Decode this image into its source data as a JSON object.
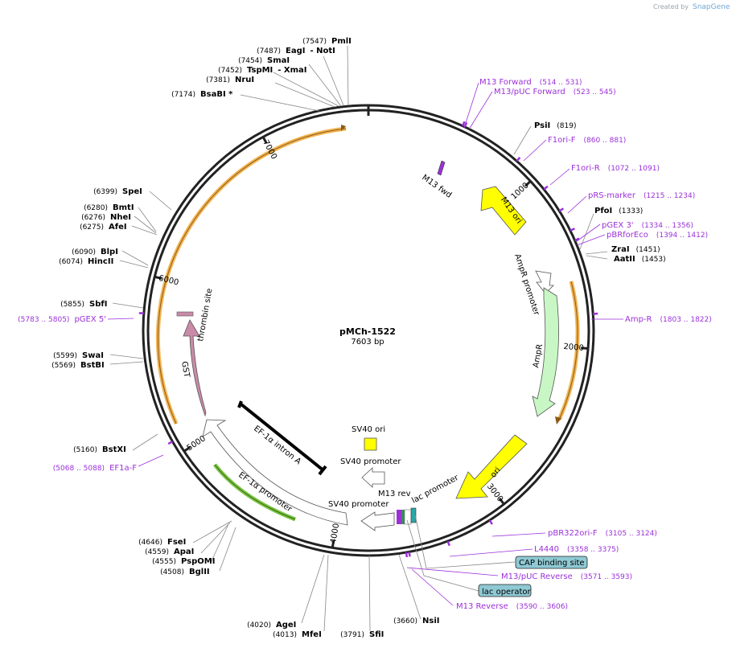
{
  "header": {
    "credit_text": "Created by",
    "brand": "SnapGene"
  },
  "plasmid": {
    "name": "pMCh-1522",
    "size_label": "7603 bp",
    "length": 7603
  },
  "colors": {
    "backbone": "#222222",
    "enzyme_text": "#000000",
    "primer": "#9b30d9",
    "ori_yellow": "#ffff00",
    "ampr_green": "#c8f7c5",
    "gst": "#c98ba8",
    "efpromoter_green": "#7dc242",
    "orange_arc": "#f3b552",
    "lac_box": "#8fc9d4"
  },
  "ticks": [
    {
      "pos": 1000,
      "label": "1000"
    },
    {
      "pos": 2000,
      "label": "2000"
    },
    {
      "pos": 3000,
      "label": "3000"
    },
    {
      "pos": 4000,
      "label": "4000"
    },
    {
      "pos": 5000,
      "label": "5000"
    },
    {
      "pos": 6000,
      "label": "6000"
    },
    {
      "pos": 7000,
      "label": "7000"
    }
  ],
  "enzymes": [
    {
      "name": "PmlI",
      "pos": 7547,
      "pos_label": "(7547)"
    },
    {
      "name": "EagI",
      "pos": 7487,
      "pos_label": "(7487)",
      "extra": "- NotI"
    },
    {
      "name": "SmaI",
      "pos": 7454,
      "pos_label": "(7454)"
    },
    {
      "name": "TspMI",
      "pos": 7452,
      "pos_label": "(7452)",
      "extra": "- XmaI"
    },
    {
      "name": "NruI",
      "pos": 7381,
      "pos_label": "(7381)"
    },
    {
      "name": "BsaBI *",
      "pos": 7174,
      "pos_label": "(7174)"
    },
    {
      "name": "PsiI",
      "pos": 819,
      "pos_label": "(819)"
    },
    {
      "name": "PfoI",
      "pos": 1333,
      "pos_label": "(1333)"
    },
    {
      "name": "ZraI",
      "pos": 1451,
      "pos_label": "(1451)"
    },
    {
      "name": "AatII",
      "pos": 1453,
      "pos_label": "(1453)"
    },
    {
      "name": "NsiI",
      "pos": 3660,
      "pos_label": "(3660)"
    },
    {
      "name": "SfiI",
      "pos": 3791,
      "pos_label": "(3791)"
    },
    {
      "name": "AgeI",
      "pos": 4020,
      "pos_label": "(4020)"
    },
    {
      "name": "MfeI",
      "pos": 4013,
      "pos_label": "(4013)"
    },
    {
      "name": "FseI",
      "pos": 4646,
      "pos_label": "(4646)"
    },
    {
      "name": "ApaI",
      "pos": 4559,
      "pos_label": "(4559)"
    },
    {
      "name": "PspOMI",
      "pos": 4555,
      "pos_label": "(4555)"
    },
    {
      "name": "BglII",
      "pos": 4508,
      "pos_label": "(4508)"
    },
    {
      "name": "BstXI",
      "pos": 5160,
      "pos_label": "(5160)"
    },
    {
      "name": "SwaI",
      "pos": 5599,
      "pos_label": "(5599)"
    },
    {
      "name": "BstBI",
      "pos": 5569,
      "pos_label": "(5569)"
    },
    {
      "name": "SbfI",
      "pos": 5855,
      "pos_label": "(5855)"
    },
    {
      "name": "BlpI",
      "pos": 6090,
      "pos_label": "(6090)"
    },
    {
      "name": "HincII",
      "pos": 6074,
      "pos_label": "(6074)"
    },
    {
      "name": "BmtI",
      "pos": 6280,
      "pos_label": "(6280)"
    },
    {
      "name": "NheI",
      "pos": 6276,
      "pos_label": "(6276)"
    },
    {
      "name": "AfeI",
      "pos": 6275,
      "pos_label": "(6275)"
    },
    {
      "name": "SpeI",
      "pos": 6399,
      "pos_label": "(6399)"
    }
  ],
  "primers": [
    {
      "name": "M13 Forward",
      "range": "(514 .. 531)",
      "pos": 522
    },
    {
      "name": "M13/pUC Forward",
      "range": "(523 .. 545)",
      "pos": 534
    },
    {
      "name": "F1ori-F",
      "range": "(860 .. 881)",
      "pos": 870
    },
    {
      "name": "F1ori-R",
      "range": "(1072 .. 1091)",
      "pos": 1081
    },
    {
      "name": "pRS-marker",
      "range": "(1215 .. 1234)",
      "pos": 1224
    },
    {
      "name": "pGEX 3'",
      "range": "(1334 .. 1356)",
      "pos": 1345
    },
    {
      "name": "pBRforEco",
      "range": "(1394 .. 1412)",
      "pos": 1403
    },
    {
      "name": "Amp-R",
      "range": "(1803 .. 1822)",
      "pos": 1812
    },
    {
      "name": "pBR322ori-F",
      "range": "(3105 .. 3124)",
      "pos": 3114
    },
    {
      "name": "L4440",
      "range": "(3358 .. 3375)",
      "pos": 3366
    },
    {
      "name": "M13/pUC Reverse",
      "range": "(3571 .. 3593)",
      "pos": 3582
    },
    {
      "name": "M13 Reverse",
      "range": "(3590 .. 3606)",
      "pos": 3598
    },
    {
      "name": "EF1a-F",
      "range": "(5068 .. 5088)",
      "pos": 5078
    },
    {
      "name": "pGEX 5'",
      "range": "(5783 .. 5805)",
      "pos": 5794
    }
  ],
  "boxed_labels": [
    {
      "name": "CAP binding site"
    },
    {
      "name": "lac operator"
    }
  ],
  "features": [
    {
      "name": "M13 ori"
    },
    {
      "name": "AmpR promoter"
    },
    {
      "name": "AmpR"
    },
    {
      "name": "ori"
    },
    {
      "name": "lac promoter"
    },
    {
      "name": "M13 rev"
    },
    {
      "name": "SV40 promoter"
    },
    {
      "name": "SV40 promoter"
    },
    {
      "name": "SV40 ori"
    },
    {
      "name": "EF-1α promoter"
    },
    {
      "name": "EF-1α intron A"
    },
    {
      "name": "GST"
    },
    {
      "name": "thrombin site"
    },
    {
      "name": "M13 fwd"
    }
  ]
}
